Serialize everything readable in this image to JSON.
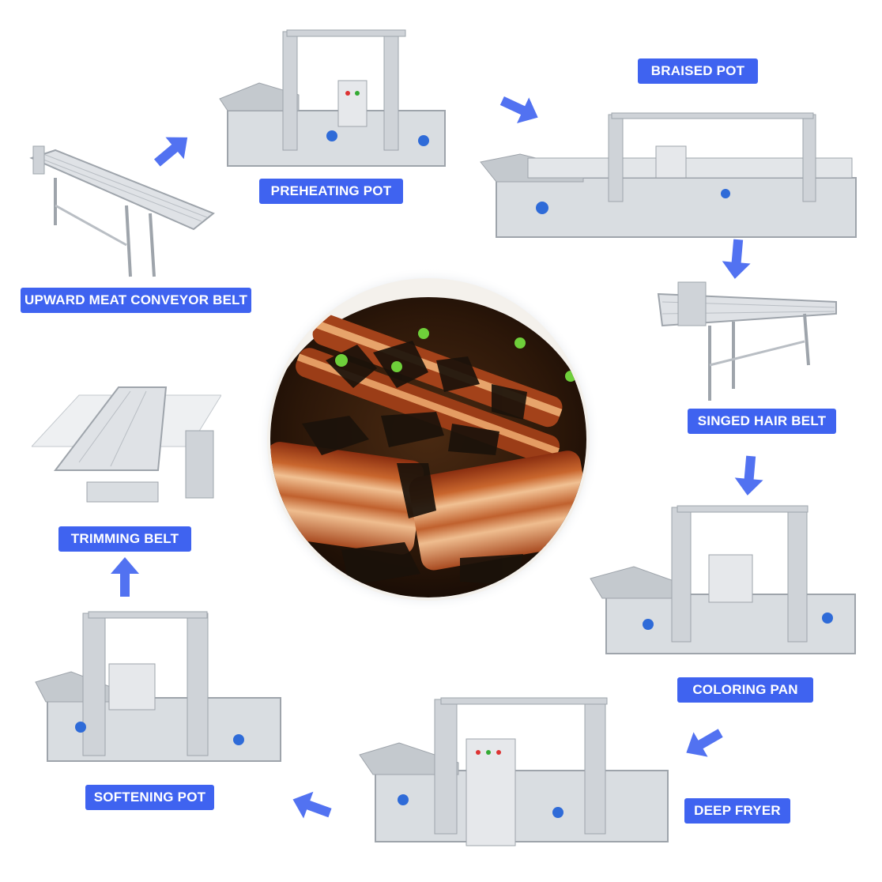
{
  "steps": [
    {
      "id": "upward",
      "label": "UPWARD MEAT CONVEYOR BELT"
    },
    {
      "id": "preheating",
      "label": "PREHEATING POT"
    },
    {
      "id": "braised",
      "label": "BRAISED POT"
    },
    {
      "id": "singed",
      "label": "SINGED HAIR BELT"
    },
    {
      "id": "coloring",
      "label": "COLORING PAN"
    },
    {
      "id": "deepfryer",
      "label": "DEEP FRYER"
    },
    {
      "id": "softening",
      "label": "SOFTENING POT"
    },
    {
      "id": "trimming",
      "label": "TRIMMING BELT"
    }
  ],
  "colors": {
    "label_bg": "#3f63f0",
    "label_text": "#ffffff",
    "arrow": "#3f63f0",
    "steel": "#cfd3d8",
    "steel_dark": "#9ea4ab",
    "meat": "#b5562a",
    "fat": "#f3c9a0",
    "sauce": "#3a1f10"
  },
  "icons": [
    "flow-arrow-icon"
  ]
}
